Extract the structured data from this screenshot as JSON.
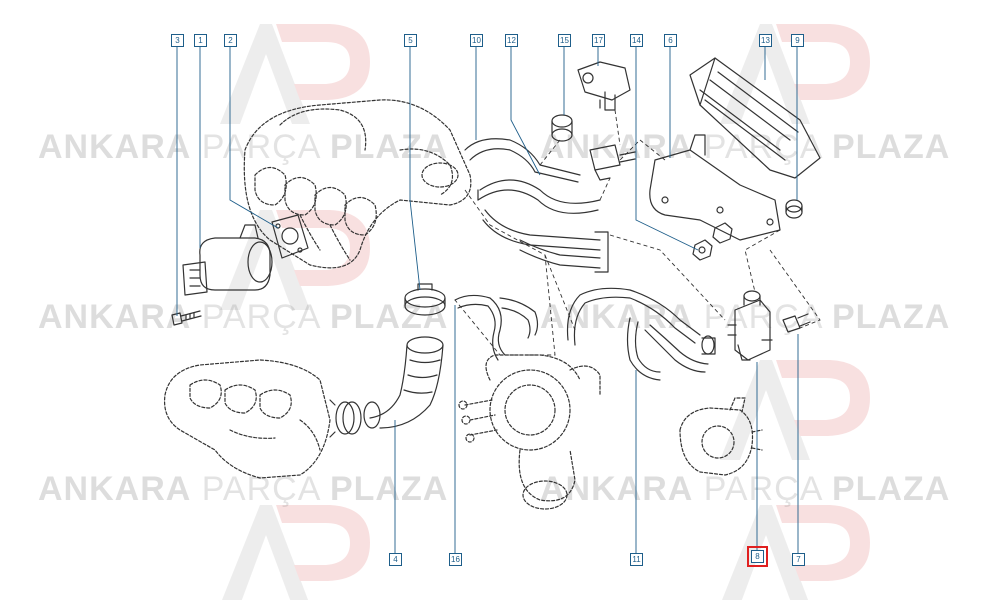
{
  "watermark": {
    "word1": "ANKARA",
    "word2": "PARÇA",
    "word3": "PLAZA",
    "logo_letters": "AP",
    "colors": {
      "text": "#555555",
      "accent": "#d42a2a"
    }
  },
  "callouts": [
    {
      "id": "3",
      "label": "3"
    },
    {
      "id": "1",
      "label": "1"
    },
    {
      "id": "2",
      "label": "2"
    },
    {
      "id": "5",
      "label": "5"
    },
    {
      "id": "10",
      "label": "10"
    },
    {
      "id": "12",
      "label": "12"
    },
    {
      "id": "15",
      "label": "15"
    },
    {
      "id": "17",
      "label": "17"
    },
    {
      "id": "14",
      "label": "14"
    },
    {
      "id": "6",
      "label": "6"
    },
    {
      "id": "13",
      "label": "13"
    },
    {
      "id": "9",
      "label": "9"
    },
    {
      "id": "4",
      "label": "4"
    },
    {
      "id": "16",
      "label": "16"
    },
    {
      "id": "11",
      "label": "11"
    },
    {
      "id": "8",
      "label": "8",
      "highlighted": true
    },
    {
      "id": "7",
      "label": "7"
    }
  ],
  "colors": {
    "callout": "#1e5e8a",
    "highlight": "#e02020",
    "line": "#333333"
  }
}
